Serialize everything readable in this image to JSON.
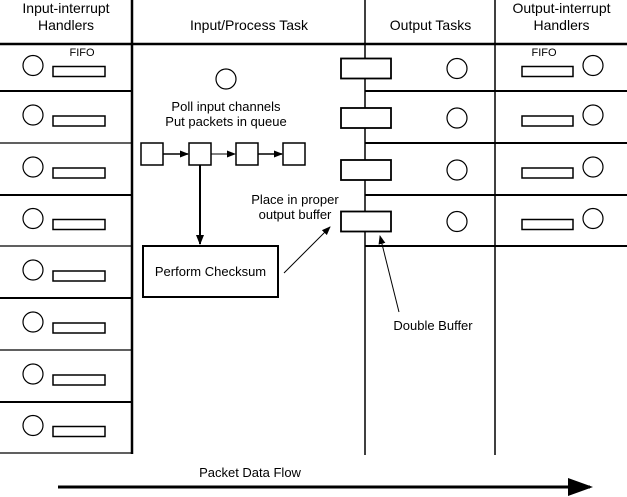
{
  "diagram": {
    "columns": [
      {
        "id": "input-handlers",
        "title_line1": "Input-interrupt",
        "title_line2": "Handlers"
      },
      {
        "id": "input-process",
        "title": "Input/Process Task"
      },
      {
        "id": "output-tasks",
        "title": "Output Tasks"
      },
      {
        "id": "output-handlers",
        "title_line1": "Output-interrupt",
        "title_line2": "Handlers"
      }
    ],
    "input_handler_rows": 8,
    "output_rows": 4,
    "fifo_label_input": "FIFO",
    "fifo_label_output": "FIFO",
    "poll_text_line1": "Poll input channels",
    "poll_text_line2": "Put packets in queue",
    "queue_length": 4,
    "checksum_label": "Perform Checksum",
    "place_text_line1": "Place in proper",
    "place_text_line2": "output buffer",
    "double_buffer_label": "Double Buffer",
    "flow_label": "Packet Data Flow",
    "stroke_color": "#000000",
    "background_color": "#ffffff"
  }
}
